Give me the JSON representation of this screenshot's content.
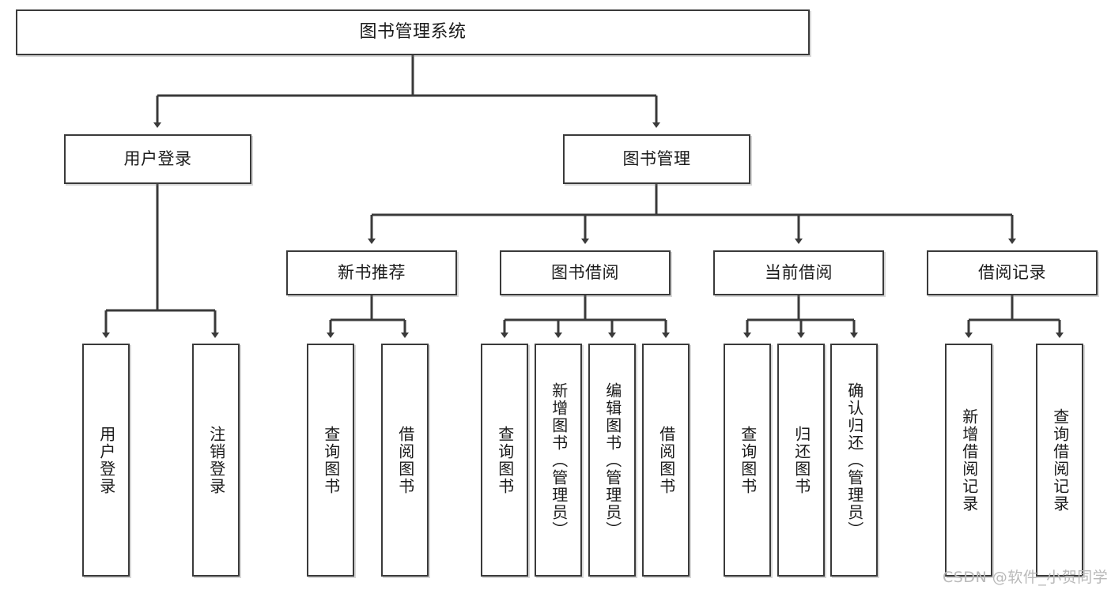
{
  "diagram": {
    "title": "图书管理系统",
    "type": "tree-hierarchy-chart",
    "colors": {
      "box_border": "#3a3a3a",
      "box_fill": "#ffffff",
      "connector": "#3a3a3a",
      "text": "#1b1b1b",
      "watermark": "#b9b9b9",
      "background": "#ffffff"
    },
    "root": {
      "label": "图书管理系统"
    },
    "level2": [
      {
        "id": "user-login",
        "label": "用户登录"
      },
      {
        "id": "book-management",
        "label": "图书管理"
      }
    ],
    "level3": [
      {
        "id": "new-book-recommend",
        "label": "新书推荐",
        "parent": "book-management"
      },
      {
        "id": "book-borrow",
        "label": "图书借阅",
        "parent": "book-management"
      },
      {
        "id": "current-borrow",
        "label": "当前借阅",
        "parent": "book-management"
      },
      {
        "id": "borrow-record",
        "label": "借阅记录",
        "parent": "book-management"
      }
    ],
    "leaves": [
      {
        "id": "leaf-user-login",
        "label": "用户登录",
        "parent": "user-login"
      },
      {
        "id": "leaf-logout",
        "label": "注销登录",
        "parent": "user-login"
      },
      {
        "id": "leaf-query-book-1",
        "label": "查询图书",
        "parent": "new-book-recommend"
      },
      {
        "id": "leaf-borrow-book-1",
        "label": "借阅图书",
        "parent": "new-book-recommend"
      },
      {
        "id": "leaf-query-book-2",
        "label": "查询图书",
        "parent": "book-borrow"
      },
      {
        "id": "leaf-add-book",
        "label": "新增图书（管理员）",
        "parent": "book-borrow"
      },
      {
        "id": "leaf-edit-book",
        "label": "编辑图书（管理员）",
        "parent": "book-borrow"
      },
      {
        "id": "leaf-borrow-book-2",
        "label": "借阅图书",
        "parent": "book-borrow"
      },
      {
        "id": "leaf-query-book-3",
        "label": "查询图书",
        "parent": "current-borrow"
      },
      {
        "id": "leaf-return-book",
        "label": "归还图书",
        "parent": "current-borrow"
      },
      {
        "id": "leaf-confirm-return",
        "label": "确认归还（管理员）",
        "parent": "current-borrow"
      },
      {
        "id": "leaf-add-record",
        "label": "新增借阅记录",
        "parent": "borrow-record"
      },
      {
        "id": "leaf-query-record",
        "label": "查询借阅记录",
        "parent": "borrow-record"
      }
    ],
    "watermark": "CSDN @软件_小贺同学"
  }
}
